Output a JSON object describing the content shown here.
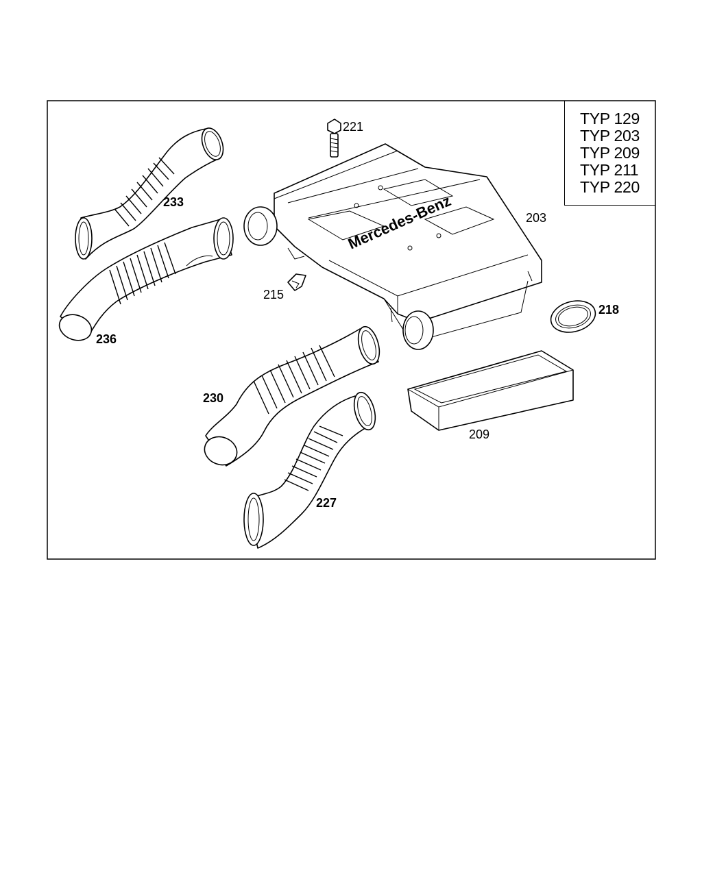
{
  "typ_list": [
    "TYP 129",
    "TYP 203",
    "TYP 209",
    "TYP 211",
    "TYP 220"
  ],
  "parts": {
    "p221": "221",
    "p233": "233",
    "p203": "203",
    "p236": "236",
    "p215": "215",
    "p218": "218",
    "p230": "230",
    "p209": "209",
    "p227": "227"
  },
  "housing_logo": "Mercedes-Benz"
}
